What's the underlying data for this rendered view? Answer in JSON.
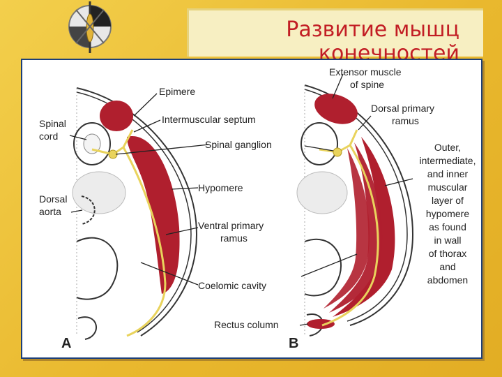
{
  "title": {
    "line1": "Развитие мышц",
    "line2": "конечностей"
  },
  "diagram": {
    "panel_a": {
      "letter": "A",
      "labels": {
        "epimere": "Epimere",
        "intermuscular_septum": "Intermuscular septum",
        "spinal_cord_1": "Spinal",
        "spinal_cord_2": "cord",
        "spinal_ganglion": "Spinal ganglion",
        "hypomere": "Hypomere",
        "dorsal_aorta_1": "Dorsal",
        "dorsal_aorta_2": "aorta",
        "ventral_ramus_1": "Ventral primary",
        "ventral_ramus_2": "ramus",
        "coelomic_cavity": "Coelomic cavity"
      }
    },
    "panel_b": {
      "letter": "B",
      "labels": {
        "extensor_1": "Extensor muscle",
        "extensor_2": "of spine",
        "dorsal_ramus_1": "Dorsal primary",
        "dorsal_ramus_2": "ramus",
        "layers": [
          "Outer,",
          "intermediate,",
          "and inner",
          "muscular",
          "layer of",
          "hypomere",
          "as found",
          "in wall",
          "of thorax",
          "and",
          "abdomen"
        ],
        "rectus_column": "Rectus column"
      }
    },
    "colors": {
      "muscle": "#b01f2e",
      "nerve": "#e9d35c",
      "frame": "#1d3f78",
      "title": "#c21d24"
    }
  }
}
